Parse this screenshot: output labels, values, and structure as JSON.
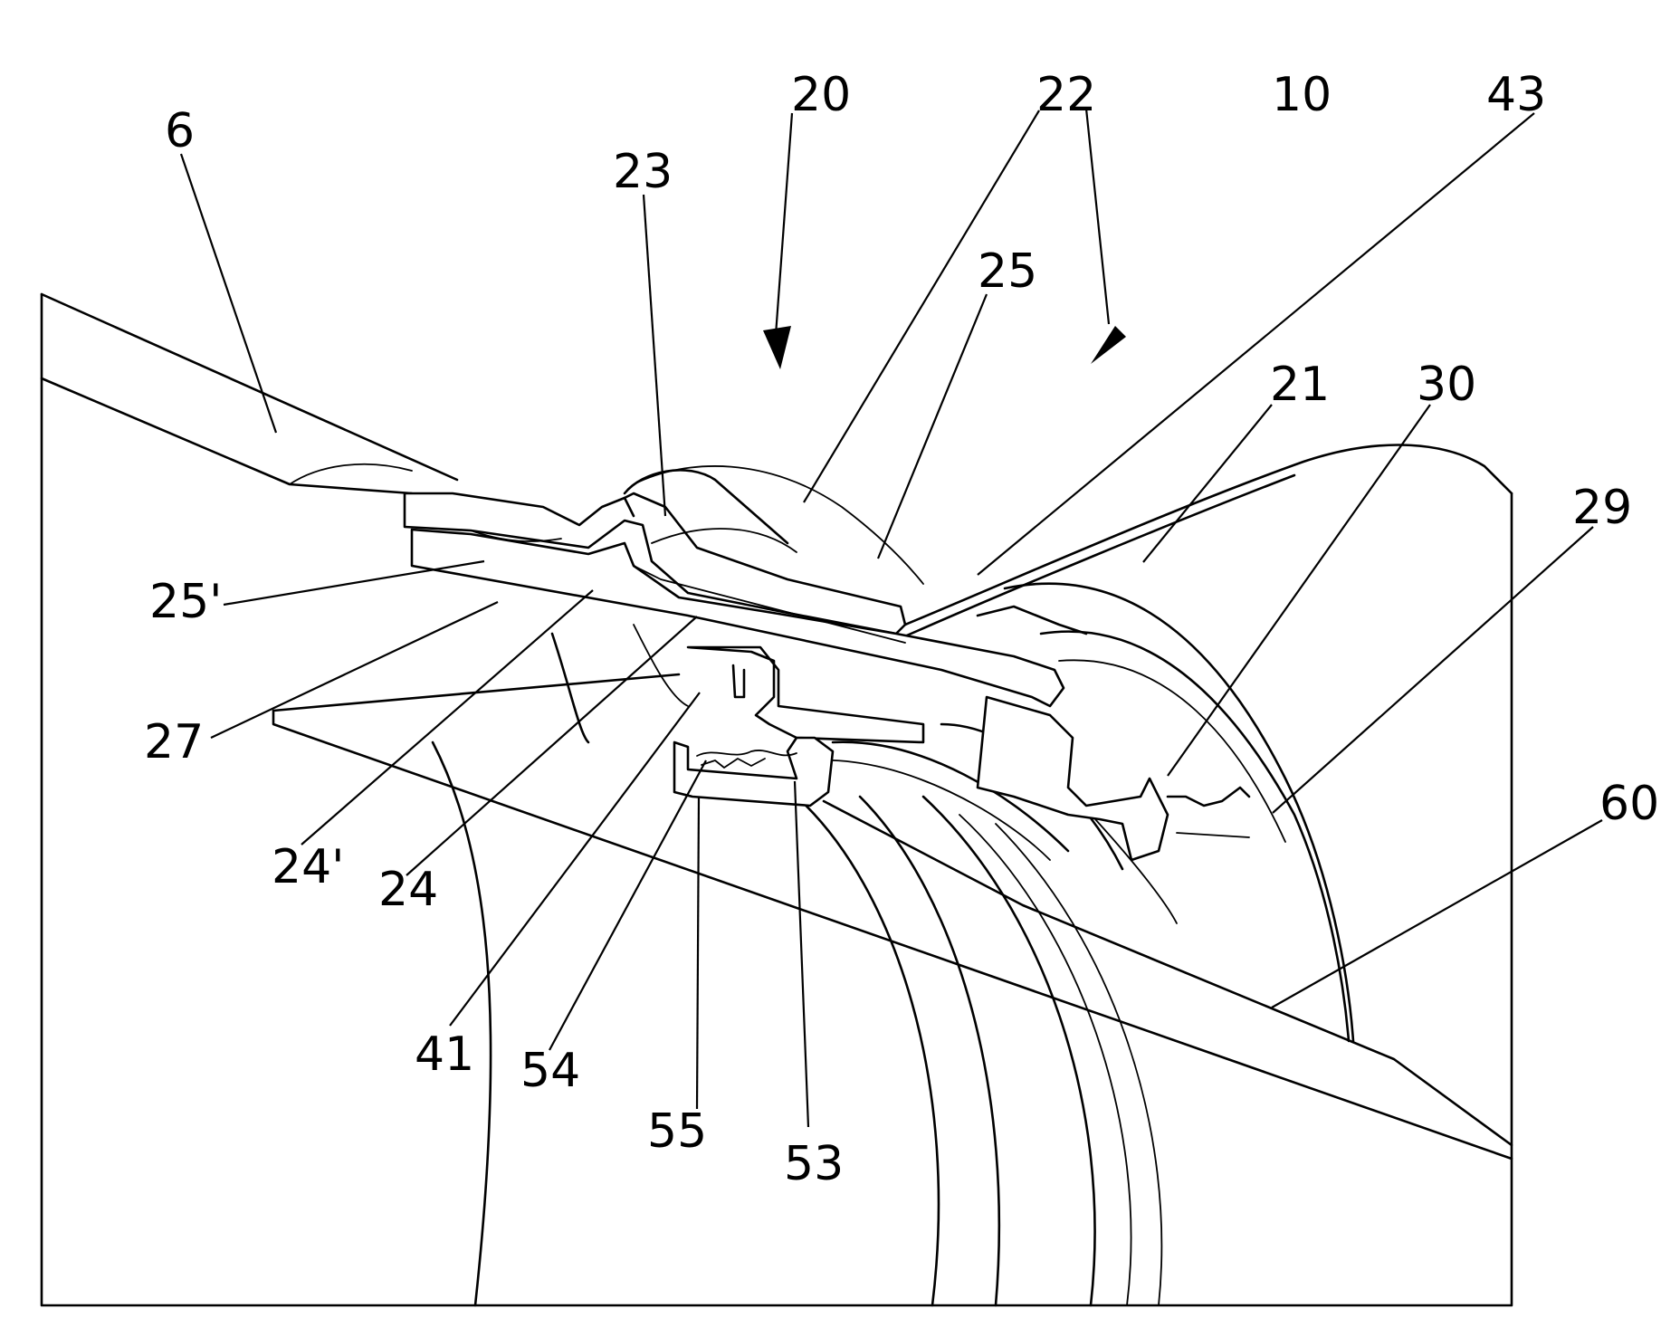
{
  "figure": {
    "labels": [
      {
        "id": "ref-6",
        "text": "6"
      },
      {
        "id": "ref-20",
        "text": "20"
      },
      {
        "id": "ref-22",
        "text": "22"
      },
      {
        "id": "ref-10",
        "text": "10"
      },
      {
        "id": "ref-43",
        "text": "43"
      },
      {
        "id": "ref-23",
        "text": "23"
      },
      {
        "id": "ref-25",
        "text": "25"
      },
      {
        "id": "ref-21",
        "text": "21"
      },
      {
        "id": "ref-30",
        "text": "30"
      },
      {
        "id": "ref-29",
        "text": "29"
      },
      {
        "id": "ref-25p",
        "text": "25'"
      },
      {
        "id": "ref-27",
        "text": "27"
      },
      {
        "id": "ref-60",
        "text": "60"
      },
      {
        "id": "ref-24p",
        "text": "24'"
      },
      {
        "id": "ref-24",
        "text": "24"
      },
      {
        "id": "ref-41",
        "text": "41"
      },
      {
        "id": "ref-54",
        "text": "54"
      },
      {
        "id": "ref-55",
        "text": "55"
      },
      {
        "id": "ref-53",
        "text": "53"
      }
    ]
  }
}
